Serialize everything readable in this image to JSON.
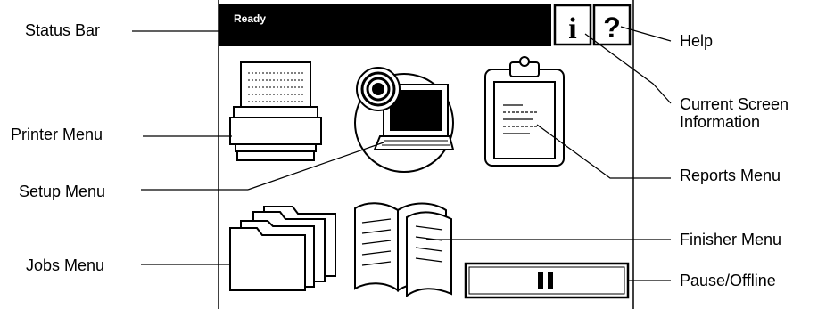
{
  "status_bar": {
    "text": "Ready"
  },
  "callouts": {
    "status_bar": "Status Bar",
    "printer_menu": "Printer Menu",
    "setup_menu": "Setup Menu",
    "jobs_menu": "Jobs Menu",
    "help": "Help",
    "current_screen_info": "Current Screen Information",
    "reports_menu": "Reports Menu",
    "finisher_menu": "Finisher Menu",
    "pause_offline": "Pause/Offline"
  },
  "buttons": {
    "info_glyph": "i",
    "help_glyph": "?"
  },
  "icons": [
    "printer-icon",
    "setup-cd-computer-icon",
    "clipboard-report-icon",
    "folders-icon",
    "open-book-icon",
    "pause-icon"
  ],
  "colors": {
    "status_bar": "#000000",
    "text_on_bar": "#ffffff",
    "stroke": "#000000",
    "background": "#ffffff"
  }
}
